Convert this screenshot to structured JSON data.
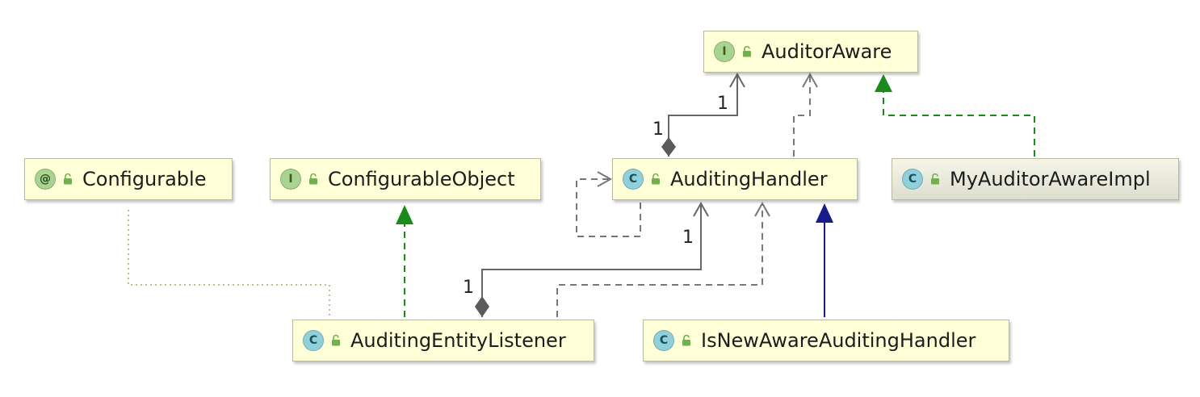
{
  "diagram": {
    "nodes": [
      {
        "id": "auditor_aware",
        "kind": "I",
        "name": "AuditorAware"
      },
      {
        "id": "configurable",
        "kind": "@",
        "name": "Configurable"
      },
      {
        "id": "configurable_object",
        "kind": "I",
        "name": "ConfigurableObject"
      },
      {
        "id": "auditing_handler",
        "kind": "C",
        "name": "AuditingHandler"
      },
      {
        "id": "my_auditor_aware_impl",
        "kind": "C",
        "name": "MyAuditorAwareImpl"
      },
      {
        "id": "auditing_entity_listener",
        "kind": "C",
        "name": "AuditingEntityListener"
      },
      {
        "id": "is_new_aware_auditing_handler",
        "kind": "C",
        "name": "IsNewAwareAuditingHandler"
      }
    ],
    "multiplicities": {
      "handler_to_aware_target": "1",
      "handler_to_aware_source": "1",
      "listener_to_handler_target": "1",
      "listener_to_handler_source": "1"
    },
    "colors": {
      "implements": "#1a8a1a",
      "extends": "#1a1a8c",
      "association": "#666666",
      "annotation_link": "#b6a06a"
    }
  }
}
